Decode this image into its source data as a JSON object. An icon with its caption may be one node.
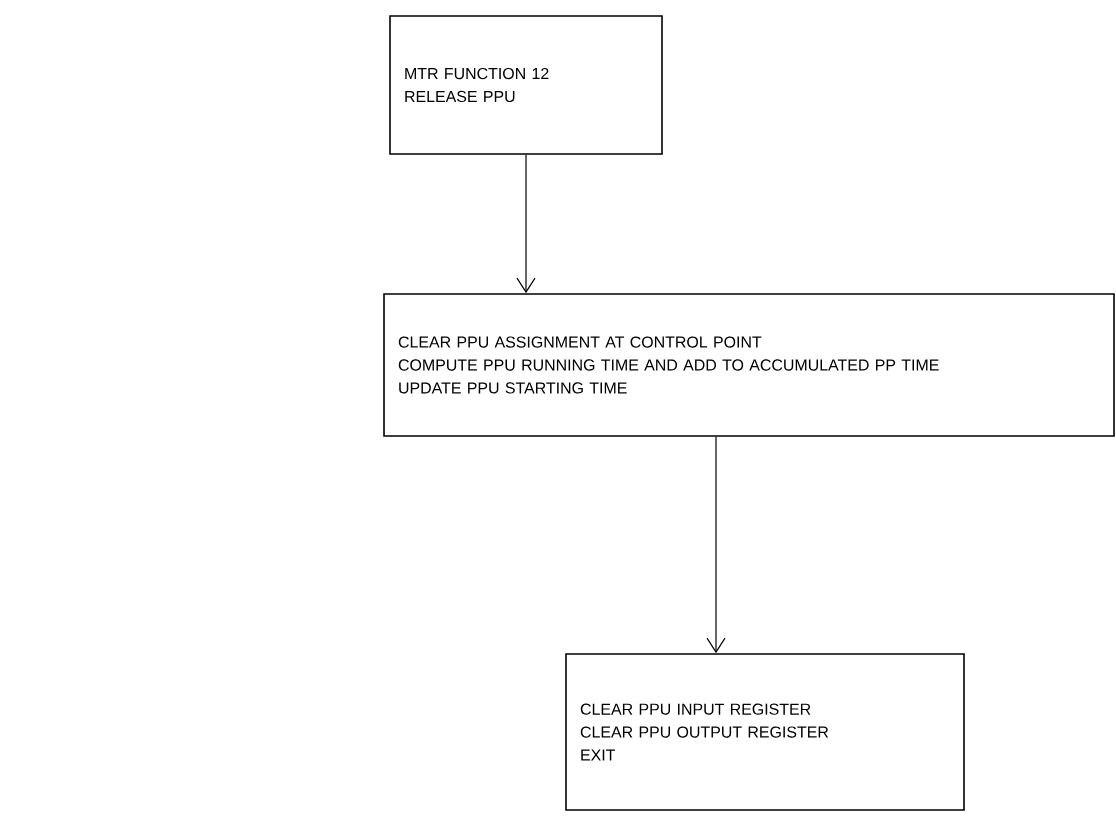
{
  "diagram": {
    "nodes": [
      {
        "text": [
          "MTR FUNCTION 12",
          "RELEASE PPU"
        ]
      },
      {
        "text": [
          "CLEAR PPU ASSIGNMENT AT CONTROL POINT",
          "COMPUTE PPU RUNNING TIME AND ADD TO ACCUMULATED PP TIME",
          "UPDATE PPU STARTING TIME"
        ]
      },
      {
        "text": [
          "CLEAR PPU INPUT REGISTER",
          "CLEAR PPU OUTPUT REGISTER",
          "EXIT"
        ]
      }
    ],
    "edges": [
      {
        "from": 0,
        "to": 1,
        "arrow": "to"
      },
      {
        "from": 1,
        "to": 2,
        "arrow": "to"
      }
    ]
  }
}
